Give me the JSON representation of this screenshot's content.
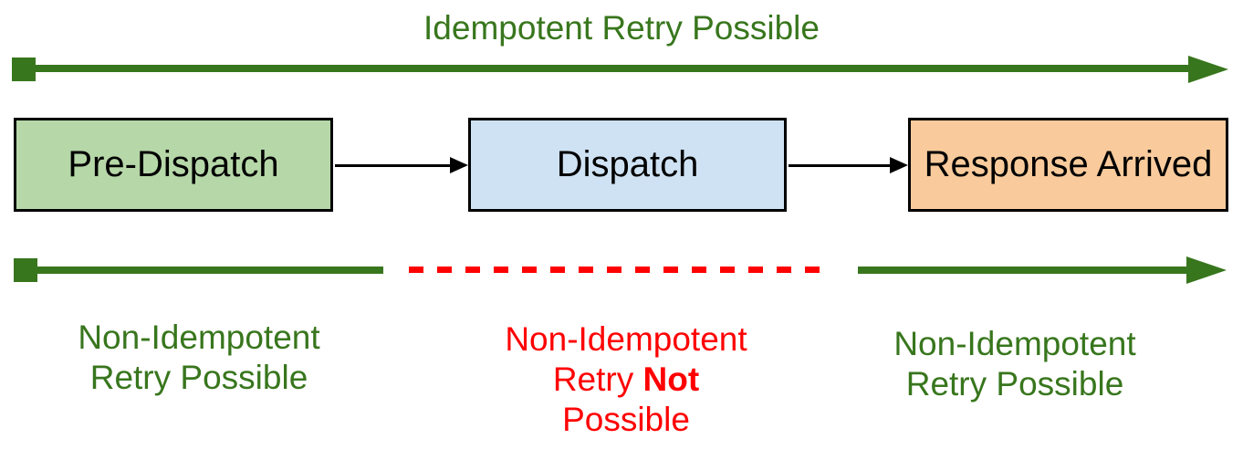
{
  "diagram": {
    "title": "Idempotent Retry Possible",
    "boxes": [
      {
        "label": "Pre-Dispatch"
      },
      {
        "label": "Dispatch"
      },
      {
        "label": "Response Arrived"
      }
    ],
    "labels": {
      "left": {
        "line1": "Non-Idempotent",
        "line2": "Retry Possible"
      },
      "middle": {
        "line1": "Non-Idempotent",
        "line2_normal": "Retry ",
        "line2_bold": "Not",
        "line3": "Possible"
      },
      "right": {
        "line1": "Non-Idempotent",
        "line2": "Retry Possible"
      }
    },
    "colors": {
      "green": "#38761d",
      "red": "#ff0000",
      "box_green_fill": "#b6d7a8",
      "box_blue_fill": "#cfe2f3",
      "box_orange_fill": "#f9cb9c",
      "line_black": "#000000"
    }
  }
}
